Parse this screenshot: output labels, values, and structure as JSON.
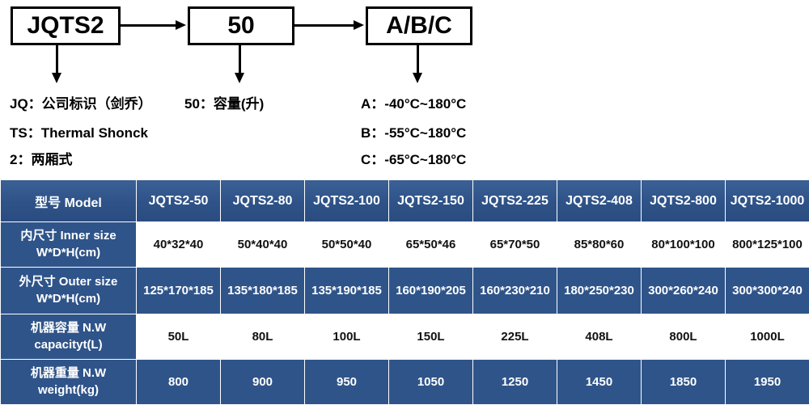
{
  "diagram": {
    "boxes": [
      {
        "id": "model",
        "label": "JQTS2"
      },
      {
        "id": "volume",
        "label": "50"
      },
      {
        "id": "temp",
        "label": "A/B/C"
      }
    ],
    "legend": {
      "jq": "JQ：公司标识（剑乔）",
      "ts": "TS：Thermal Shonck",
      "two": "2：两厢式",
      "volume": "50：容量(升)",
      "a": "A：-40°C~180°C",
      "b": "B：-55°C~180°C",
      "c": "C：-65°C~180°C"
    }
  },
  "table": {
    "header": {
      "row_label": "型号 Model",
      "models": [
        "JQTS2-50",
        "JQTS2-80",
        "JQTS2-100",
        "JQTS2-150",
        "JQTS2-225",
        "JQTS2-408",
        "JQTS2-800",
        "JQTS2-1000"
      ]
    },
    "rows": [
      {
        "label_line1": "内尺寸 Inner size",
        "label_line2": "W*D*H(cm)",
        "values": [
          "40*32*40",
          "50*40*40",
          "50*50*40",
          "65*50*46",
          "65*70*50",
          "85*80*60",
          "80*100*100",
          "800*125*100"
        ]
      },
      {
        "label_line1": "外尺寸 Outer size",
        "label_line2": "W*D*H(cm)",
        "values": [
          "125*170*185",
          "135*180*185",
          "135*190*185",
          "160*190*205",
          "160*230*210",
          "180*250*230",
          "300*260*240",
          "300*300*240"
        ]
      },
      {
        "label_line1": "机器容量 N.W",
        "label_line2": "capacityt(L)",
        "values": [
          "50L",
          "80L",
          "100L",
          "150L",
          "225L",
          "408L",
          "800L",
          "1000L"
        ]
      },
      {
        "label_line1": "机器重量 N.W",
        "label_line2": "weight(kg)",
        "values": [
          "800",
          "900",
          "950",
          "1050",
          "1250",
          "1450",
          "1850",
          "1950"
        ]
      }
    ]
  },
  "colors": {
    "table_blue": "#2f5489",
    "header_blue": "#2e5287",
    "line_black": "#000000",
    "text_white": "#ffffff"
  }
}
